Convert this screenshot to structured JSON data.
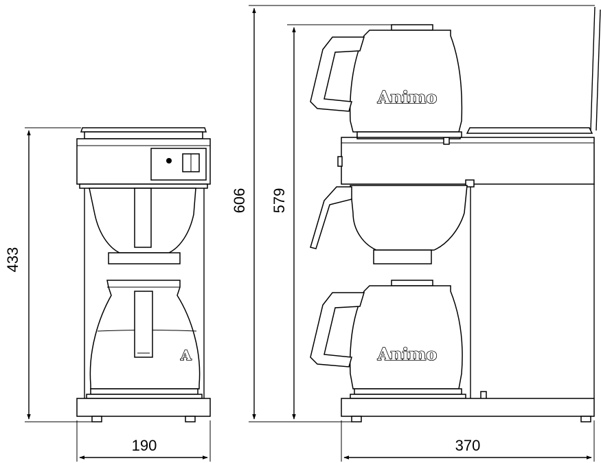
{
  "dimensions": {
    "front_height": "433",
    "front_width": "190",
    "side_total_height": "606",
    "side_height": "579",
    "side_depth": "370"
  },
  "brand": {
    "jug_label_top": "Animo",
    "jug_label_bottom": "Animo",
    "front_jug_mark": "A"
  },
  "colors": {
    "line": "#000000",
    "background": "#ffffff"
  }
}
